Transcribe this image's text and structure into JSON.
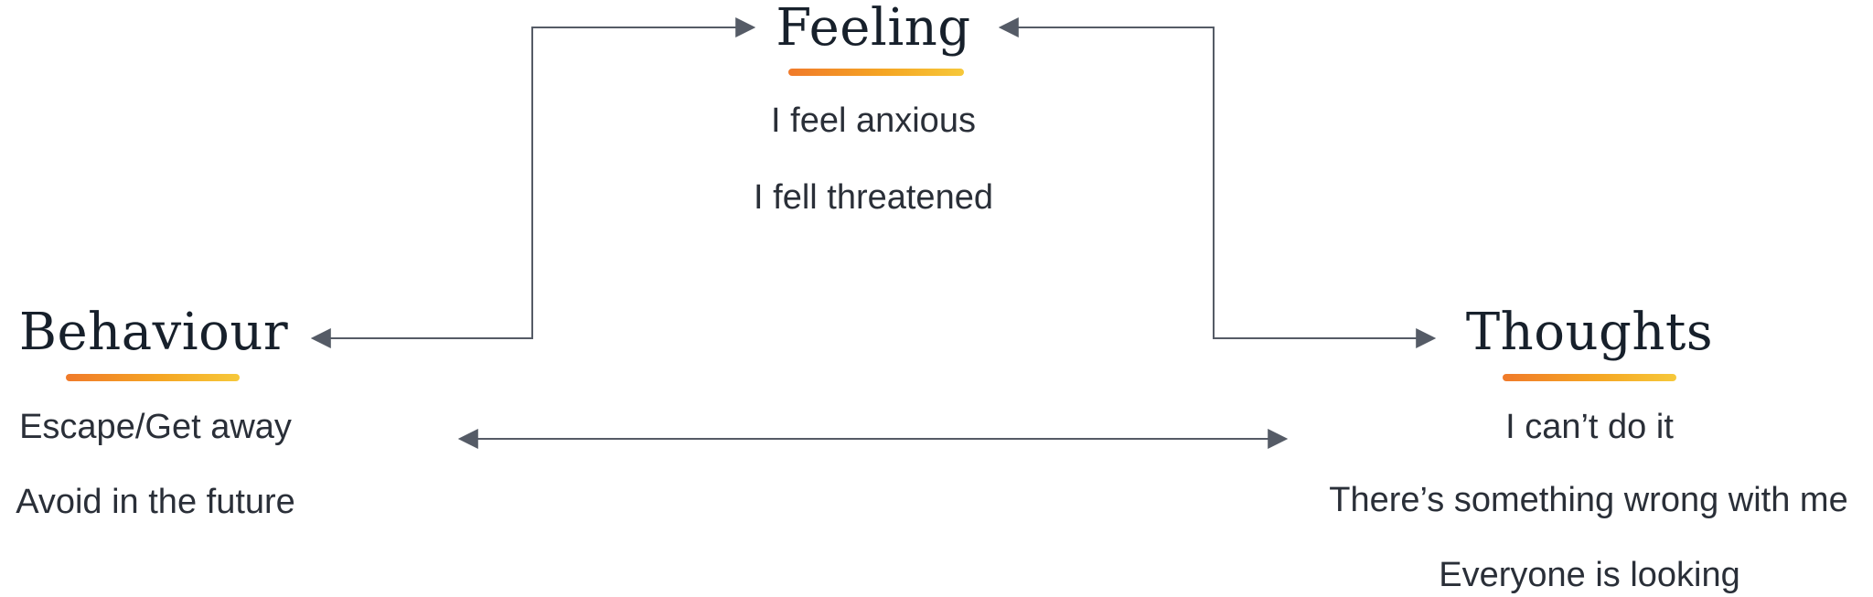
{
  "colors": {
    "heading": "#17202b",
    "text": "#2a2f38",
    "connector": "#555b66",
    "underline_start": "#f07a2a",
    "underline_end": "#f6c83a"
  },
  "nodes": {
    "feeling": {
      "title": "Feeling",
      "items": [
        "I feel anxious",
        "I fell threatened"
      ]
    },
    "behaviour": {
      "title": "Behaviour",
      "items": [
        "Escape/Get away",
        "Avoid in the future"
      ]
    },
    "thoughts": {
      "title": "Thoughts",
      "items": [
        "I can’t do it",
        "There’s something wrong with me",
        "Everyone is looking"
      ]
    }
  },
  "edges": [
    {
      "from": "behaviour",
      "to": "feeling",
      "direction": "both"
    },
    {
      "from": "feeling",
      "to": "thoughts",
      "direction": "both"
    },
    {
      "from": "behaviour",
      "to": "thoughts",
      "direction": "both"
    }
  ]
}
